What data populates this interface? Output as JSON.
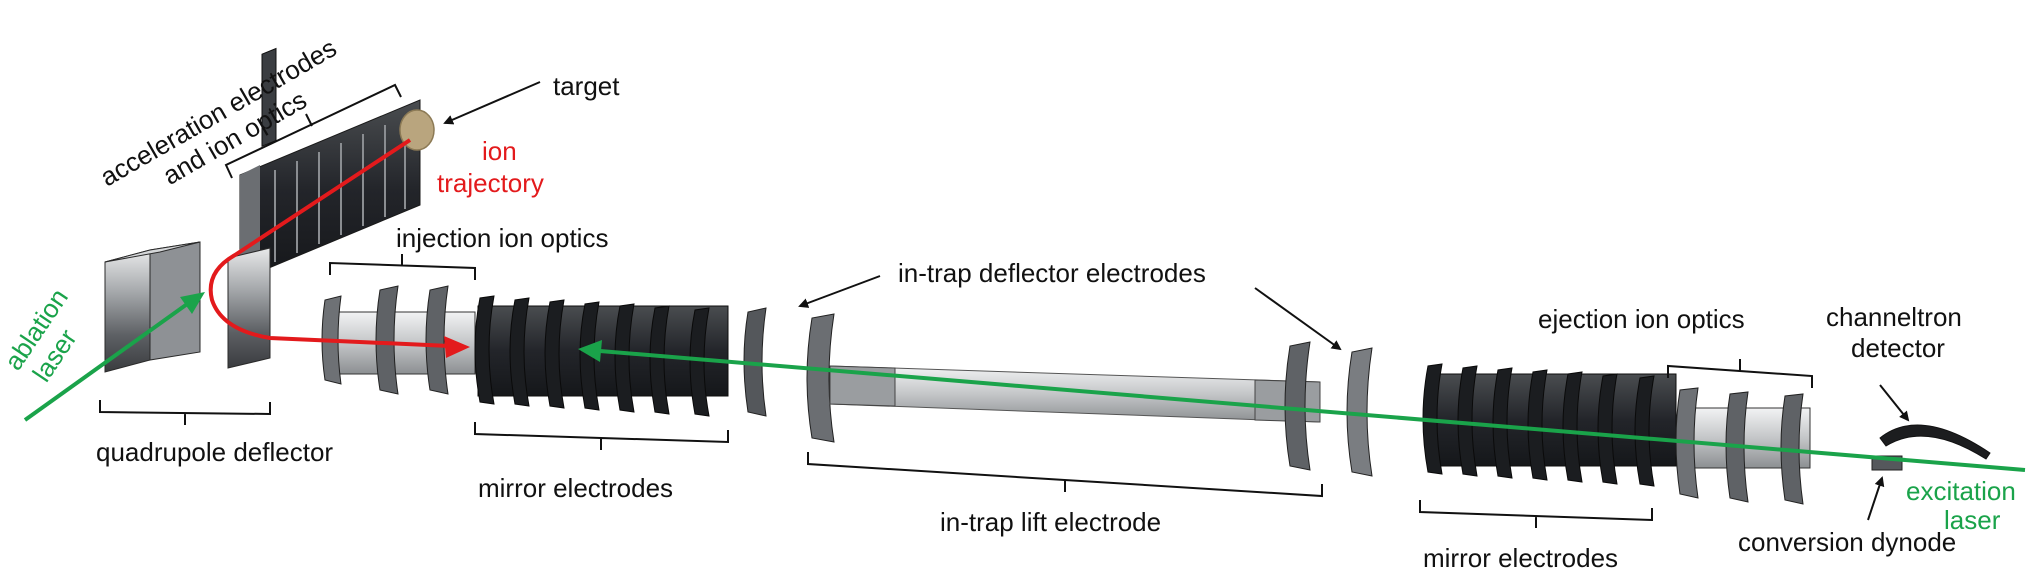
{
  "colors": {
    "text": "#111111",
    "ion_trajectory": "#e31a1c",
    "laser": "#1aa34a",
    "electrode_dark": "#2b2d2f",
    "electrode_metal": "#8d9094",
    "tube": "#c9cbcd",
    "target": "#b9a57e"
  },
  "labels": {
    "acceleration_electrodes_line1": "acceleration electrodes",
    "acceleration_electrodes_line2": "and ion optics",
    "target": "target",
    "ion_trajectory_line1": "ion",
    "ion_trajectory_line2": "trajectory",
    "injection_ion_optics": "injection ion optics",
    "in_trap_deflector_electrodes": "in-trap deflector electrodes",
    "ejection_ion_optics": "ejection ion optics",
    "channeltron_detector_line1": "channeltron",
    "channeltron_detector_line2": "detector",
    "ablation_laser_line1": "ablation",
    "ablation_laser_line2": "laser",
    "quadrupole_deflector": "quadrupole deflector",
    "mirror_electrodes_left": "mirror electrodes",
    "in_trap_lift_electrode": "in-trap lift electrode",
    "mirror_electrodes_right": "mirror electrodes",
    "excitation_laser_line1": "excitation",
    "excitation_laser_line2": "laser",
    "conversion_dynode": "conversion dynode"
  }
}
